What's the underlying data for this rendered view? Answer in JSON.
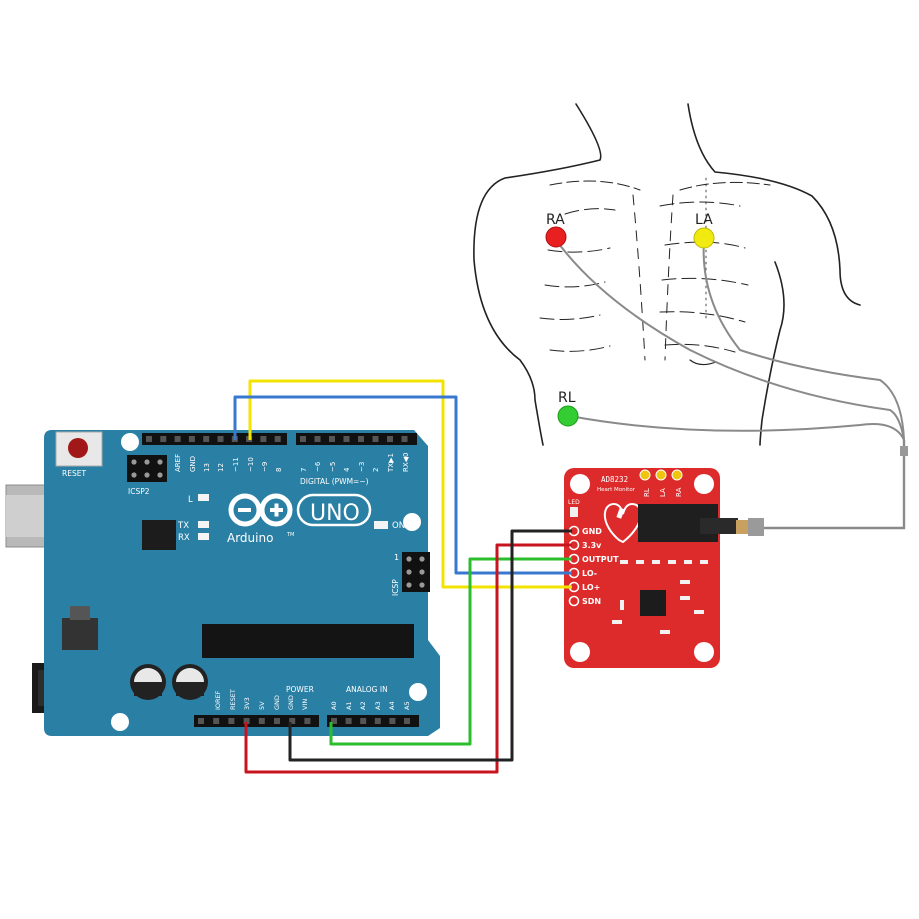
{
  "colors": {
    "arduino_board": "#2a7fa4",
    "arduino_dark": "#1e6d8f",
    "sensor_board": "#dd2b2b",
    "wire_yellow": "#f2e300",
    "wire_blue": "#3a78d0",
    "wire_green": "#2bbd2b",
    "wire_red": "#c8141e",
    "wire_black": "#222222",
    "lead_cable": "#8a8a8a",
    "electrode_ra": "#e82020",
    "electrode_la": "#f0ea10",
    "electrode_rl": "#33cc33"
  },
  "electrodes": {
    "ra": "RA",
    "la": "LA",
    "rl": "RL"
  },
  "arduino": {
    "reset": "RESET",
    "icsp2": "ICSP2",
    "icsp": "ICSP",
    "logo_text": "Arduino",
    "tm": "TM",
    "uno": "UNO",
    "on": "ON",
    "led_l": "L",
    "led_tx": "TX",
    "led_rx": "RX",
    "digital_label": "DIGITAL (PWM=~)",
    "power_label": "POWER",
    "analog_label": "ANALOG IN",
    "top_pins": [
      "AREF",
      "GND",
      "13",
      "12",
      "~11",
      "~10",
      "~9",
      "8",
      "7",
      "~6",
      "~5",
      "4",
      "~3",
      "2",
      "TX▶1",
      "RX◀0"
    ],
    "bottom_pins": [
      "IOREF",
      "RESET",
      "3V3",
      "5V",
      "GND",
      "GND",
      "VIN",
      "A0",
      "A1",
      "A2",
      "A3",
      "A4",
      "A5"
    ]
  },
  "sensor": {
    "title": "AD8232",
    "subtitle": "Heart Monitor",
    "led": "LED",
    "electrode_labels": [
      "RL",
      "LA",
      "RA"
    ],
    "pins": [
      "GND",
      "3.3v",
      "OUTPUT",
      "LO-",
      "LO+",
      "SDN"
    ]
  }
}
